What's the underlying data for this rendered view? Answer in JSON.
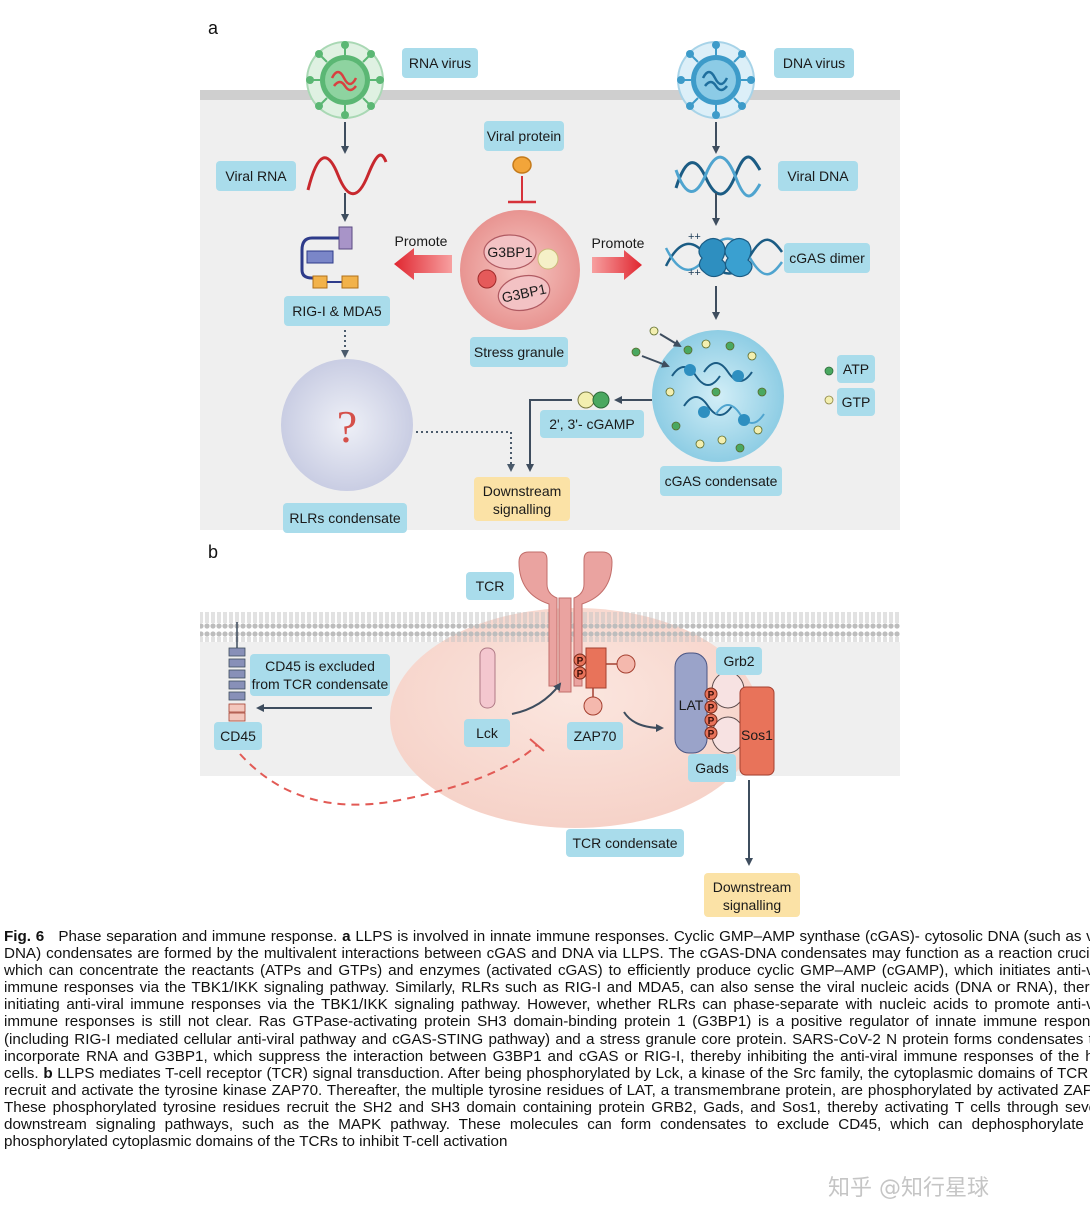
{
  "panel_a": {
    "letter": "a",
    "rna_virus": "RNA virus",
    "dna_virus": "DNA virus",
    "viral_protein": "Viral protein",
    "viral_rna": "Viral RNA",
    "viral_dna": "Viral DNA",
    "promote_left": "Promote",
    "promote_right": "Promote",
    "g3bp1_a": "G3BP1",
    "g3bp1_b": "G3BP1",
    "stress_granule": "Stress granule",
    "rig_mda": "RIG-I & MDA5",
    "cgas_dimer": "cGAS dimer",
    "question": "?",
    "rlrs_condensate": "RLRs condensate",
    "cgamp": "2', 3'- cGAMP",
    "downstream_1": "Downstream",
    "downstream_2": "signalling",
    "cgas_condensate": "cGAS condensate",
    "atp": "ATP",
    "gtp": "GTP",
    "plus1": "++",
    "plus2": "++"
  },
  "panel_b": {
    "letter": "b",
    "tcr": "TCR",
    "cd45_excluded_1": "CD45 is excluded",
    "cd45_excluded_2": "from TCR condensate",
    "cd45": "CD45",
    "lck": "Lck",
    "zap70": "ZAP70",
    "lat": "LAT",
    "grb2": "Grb2",
    "sos1": "Sos1",
    "gads": "Gads",
    "p": "P",
    "tcr_condensate": "TCR condensate",
    "downstream_1": "Downstream",
    "downstream_2": "signalling"
  },
  "caption": {
    "fig_label": "Fig. 6",
    "title": "Phase separation and immune response.",
    "a_label": "a",
    "a_text": "LLPS is involved in innate immune responses. Cyclic GMP–AMP synthase (cGAS)- cytosolic DNA (such as viral DNA) condensates are formed by the multivalent interactions between cGAS and DNA via LLPS. The cGAS-DNA condensates may function as a reaction crucible, which can concentrate the reactants (ATPs and GTPs) and enzymes (activated cGAS) to efficiently produce cyclic GMP–AMP (cGAMP), which initiates anti-viral immune responses via the TBK1/IKK signaling pathway. Similarly, RLRs such as RIG-I and MDA5, can also sense the viral nucleic acids (DNA or RNA), thereby initiating anti-viral immune responses via the TBK1/IKK signaling pathway. However, whether RLRs can phase-separate with nucleic acids to promote anti-viral immune responses is still not clear. Ras GTPase-activating protein SH3 domain-binding protein 1 (G3BP1) is a positive regulator of innate immune responses (including RIG-I mediated cellular anti-viral pathway and cGAS-STING pathway) and a stress granule core protein. SARS-CoV-2 N protein forms condensates that incorporate RNA and G3BP1, which suppress the interaction between G3BP1 and cGAS or RIG-I, thereby inhibiting the anti-viral immune responses of the host cells.",
    "b_label": "b",
    "b_text": "LLPS mediates T-cell receptor (TCR) signal transduction. After being phosphorylated by Lck, a kinase of the Src family, the cytoplasmic domains of TCR will recruit and activate the tyrosine kinase ZAP70. Thereafter, the multiple tyrosine residues of LAT, a transmembrane protein, are phosphorylated by activated ZAP70. These phosphorylated tyrosine residues recruit the SH2 and SH3 domain containing protein GRB2, Gads, and Sos1, thereby activating T cells through several downstream signaling pathways, such as the MAPK pathway. These molecules can form condensates to exclude CD45, which can dephosphorylate the phosphorylated cytoplasmic domains of the TCRs to inhibit T-cell activation"
  },
  "watermark": "知乎 @知行星球",
  "colors": {
    "label_box": "#a9dceb",
    "downstream_box": "#fbe2a6",
    "arrow": "#3e4d5e",
    "promote_arrow": "#e8303a",
    "membrane": "#c8c8c8",
    "cytoplasm": "#efefef",
    "rna_virus": "#4aa86a",
    "dna_virus": "#3d9bc9",
    "stress_granule": "#e79a9a",
    "tcr_condensate": "#f8d8d0",
    "tcr": "#eaa3a0",
    "lat": "#9aa3c9",
    "sos1": "#e8735a"
  }
}
